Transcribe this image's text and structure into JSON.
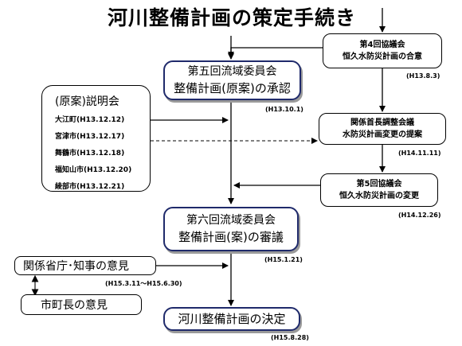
{
  "title": "河川整備計画の策定手続き",
  "nodes": {
    "council4": {
      "line1": "第4回協議会",
      "line2": "恒久水防災計画の合意",
      "date": "(H13.8.3)"
    },
    "committee5": {
      "line1": "第五回流域委員会",
      "line2": "整備計画(原案)の承認",
      "date": "(H13.10.1)"
    },
    "mayors_meeting": {
      "line1": "関係首長調整会議",
      "line2": "水防災計画変更の提案",
      "date": "(H14.11.11)"
    },
    "council5": {
      "line1": "第5回協議会",
      "line2": "恒久水防災計画の変更",
      "date": "(H14.12.26)"
    },
    "committee6": {
      "line1": "第六回流域委員会",
      "line2": "整備計画(案)の審議",
      "date": "(H15.1.21)"
    },
    "agency_opinion": {
      "label": "関係省庁･知事の意見",
      "date": "(H15.3.11～H15.6.30)"
    },
    "mayor_opinion": {
      "label": "市町長の意見"
    },
    "decision": {
      "label": "河川整備計画の決定",
      "date": "(H15.8.28)"
    }
  },
  "sessions": {
    "title": "(原案)説明会",
    "items": [
      {
        "place": "大江町",
        "date": "(H13.12.12)"
      },
      {
        "place": "宮津市",
        "date": "(H13.12.17)"
      },
      {
        "place": "舞鶴市",
        "date": "(H13.12.18)"
      },
      {
        "place": "福知山市",
        "date": "(H13.12.20)"
      },
      {
        "place": "綾部市",
        "date": "(H13.12.21)"
      }
    ]
  },
  "colors": {
    "main_border": "#1f2a6b",
    "shadow": "#9a9a9a",
    "line": "#000000"
  }
}
